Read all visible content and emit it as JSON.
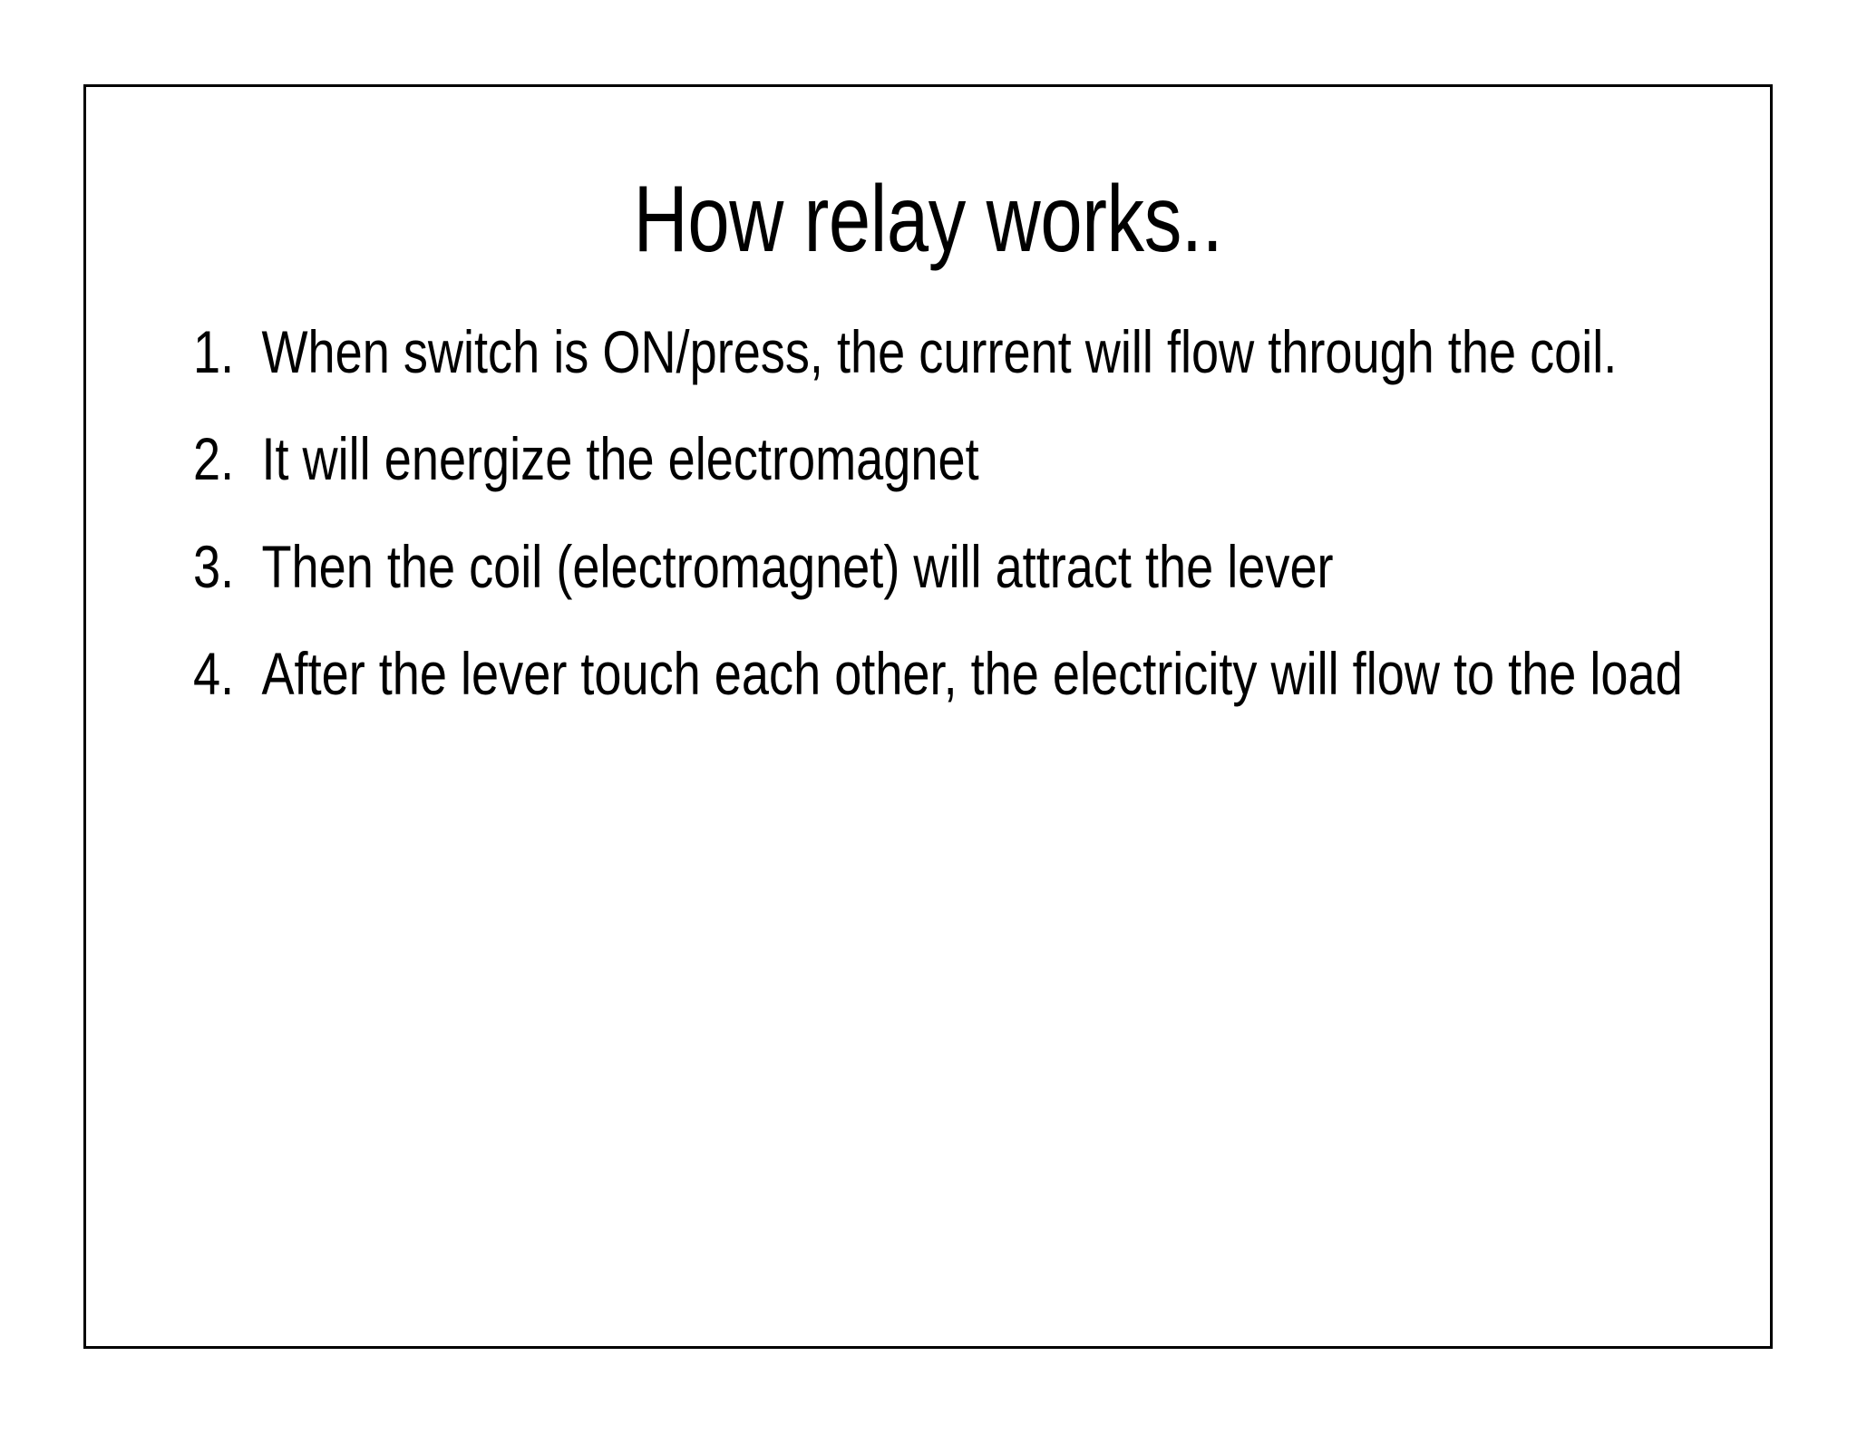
{
  "slide": {
    "title": "How relay works..",
    "frame_color": "#000000",
    "background_color": "#ffffff",
    "text_color": "#000000",
    "items": [
      {
        "marker": "1.",
        "text": "When switch is ON/press, the current will flow through the coil."
      },
      {
        "marker": "2.",
        "text": "It will energize the electromagnet"
      },
      {
        "marker": "3.",
        "text": "Then the coil (electromagnet) will attract the lever"
      },
      {
        "marker": "4.",
        "text": "After the lever touch each other, the electricity will flow to the load"
      }
    ]
  }
}
